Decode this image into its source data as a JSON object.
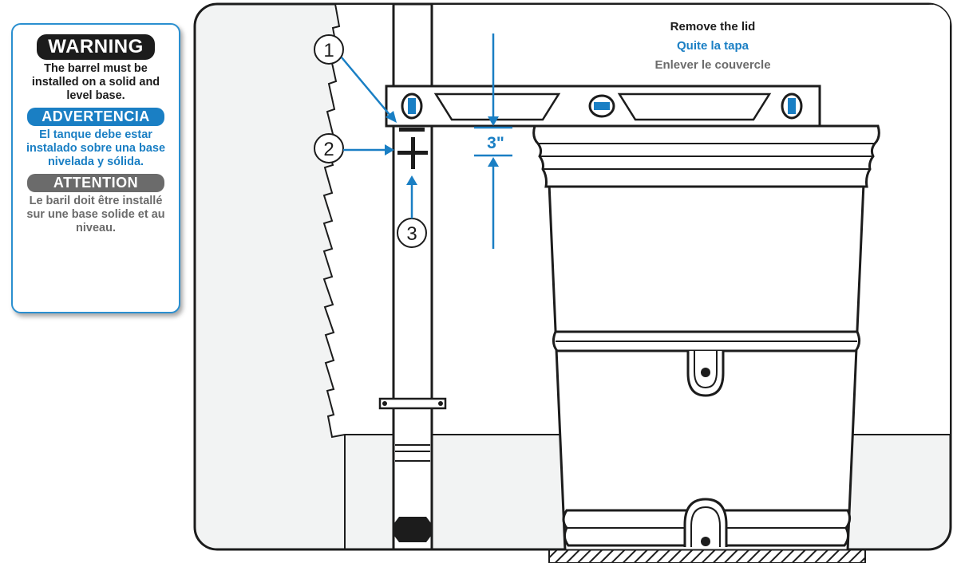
{
  "warning": {
    "title_en": "WARNING",
    "text_en": "The barrel must be installed on a solid and level base.",
    "title_es": "ADVERTENCIA",
    "text_es": "El tanque debe estar instalado sobre una base nivelada y sólida.",
    "title_fr": "ATTENTION",
    "text_fr": "Le baril doit être installé sur une base solide et au niveau."
  },
  "instruction": {
    "en": "Remove the lid",
    "es": "Quite la tapa",
    "fr": "Enlever le couvercle"
  },
  "callouts": [
    "1",
    "2",
    "3"
  ],
  "dimension_label": "3\"",
  "colors": {
    "accent_blue": "#1a7fc4",
    "outline": "#1c1c1c",
    "grey_text": "#6b6b6b",
    "panel_bg": "#f2f3f3"
  }
}
